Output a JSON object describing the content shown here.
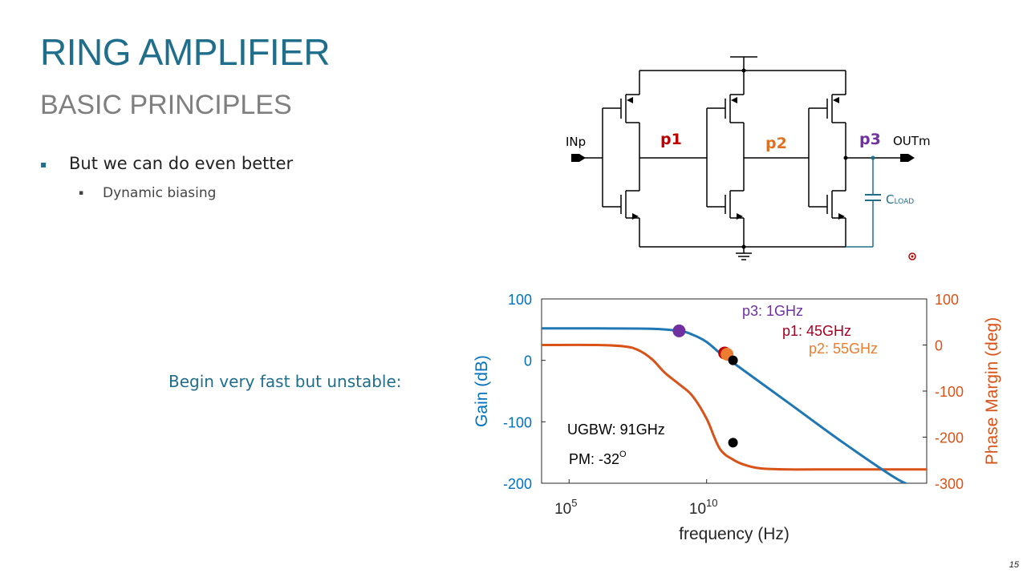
{
  "slide": {
    "title": "RING AMPLIFIER",
    "subtitle": "BASIC PRINCIPLES",
    "bullets": [
      {
        "text": "But we can do even better",
        "level": 1,
        "marker": "▪"
      },
      {
        "text": "Dynamic biasing",
        "level": 2,
        "marker": "▪"
      }
    ],
    "callout": "Begin very fast but unstable:",
    "page_number": "15"
  },
  "schematic": {
    "input_label": "INp",
    "output_label": "OUTm",
    "node_labels": [
      {
        "text": "p1",
        "color": "#c00000"
      },
      {
        "text": "p2",
        "color": "#e07020"
      },
      {
        "text": "p3",
        "color": "#7030a0"
      }
    ],
    "cap_label_main": "C",
    "cap_label_sub": "LOAD",
    "cap_color": "#1f6e8c"
  },
  "chart_data": {
    "type": "line",
    "xlabel": "frequency (Hz)",
    "ylabel_left": "Gain (dB)",
    "ylabel_right": "Phase Margin (deg)",
    "x_scale": "log",
    "xlim": [
      10000.0,
      1e+18
    ],
    "ylim_left": [
      -200,
      100
    ],
    "ylim_right": [
      -300,
      100
    ],
    "x_tick_labels": [
      {
        "x": 100000.0,
        "base": "10",
        "exp": "5"
      },
      {
        "x": 10000000000.0,
        "base": "10",
        "exp": "10"
      }
    ],
    "y_ticks_left": [
      100,
      0,
      -100,
      -200
    ],
    "y_ticks_right": [
      100,
      0,
      -100,
      -200,
      -300
    ],
    "colors": {
      "gain": "#1f77b4",
      "phase": "#d95319",
      "left_axis": "#0072bd",
      "right_axis": "#d95319"
    },
    "series": [
      {
        "name": "Gain",
        "axis": "left",
        "x": [
          10000.0,
          1000000.0,
          100000000.0,
          1000000000.0,
          3000000000.0,
          10000000000.0,
          30000000000.0,
          100000000000.0,
          10000000000000.0,
          1000000000000000.0,
          1e+17,
          1e+18
        ],
        "y": [
          52,
          52,
          51.5,
          48,
          42,
          30,
          12,
          -5,
          -70,
          -135,
          -195,
          -210
        ]
      },
      {
        "name": "Phase",
        "axis": "right",
        "x": [
          10000.0,
          1000000.0,
          10000000.0,
          30000000.0,
          100000000.0,
          300000000.0,
          1000000000.0,
          3000000000.0,
          10000000000.0,
          30000000000.0,
          100000000000.0,
          300000000000.0,
          1000000000000.0,
          10000000000000.0,
          100000000000000.0,
          1e+18
        ],
        "y": [
          0,
          0,
          -3,
          -10,
          -30,
          -60,
          -85,
          -110,
          -160,
          -225,
          -250,
          -262,
          -268,
          -270,
          -270,
          -270
        ]
      }
    ],
    "markers": [
      {
        "name": "p3",
        "label": "p3: 1GHz",
        "x": 1000000000.0,
        "y": 48,
        "axis": "left",
        "color": "#7030a0",
        "size": "large"
      },
      {
        "name": "p1",
        "label": "p1: 45GHz",
        "x": 45000000000.0,
        "y": 12,
        "axis": "left",
        "color": "#c00000",
        "size": "large"
      },
      {
        "name": "p2",
        "label": "p2: 55GHz",
        "x": 55000000000.0,
        "y": 10,
        "axis": "left",
        "color": "#ed7d31",
        "size": "large"
      },
      {
        "name": "ugbw-gain",
        "label": "",
        "x": 91000000000.0,
        "y": 0,
        "axis": "left",
        "color": "#000000",
        "size": "small"
      },
      {
        "name": "ugbw-phase",
        "label": "",
        "x": 91000000000.0,
        "y": -212,
        "axis": "right",
        "color": "#000000",
        "size": "small"
      }
    ],
    "annotations": [
      {
        "text": "UGBW: 91GHz"
      },
      {
        "text": "PM: -32",
        "superscript": "O"
      }
    ]
  }
}
